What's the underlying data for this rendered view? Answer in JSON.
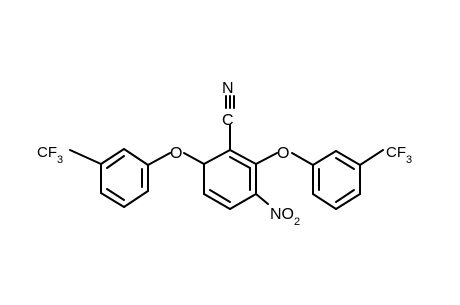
{
  "molecule": {
    "labels": {
      "cf3_left": "CF3",
      "cf3_right": "CF3",
      "nitrile_n": "N",
      "nitrile_c": "C",
      "ether_o_left": "O",
      "ether_o_right": "O",
      "nitro": "NO2"
    },
    "colors": {
      "ink": "#000000",
      "background": "#ffffff"
    }
  }
}
